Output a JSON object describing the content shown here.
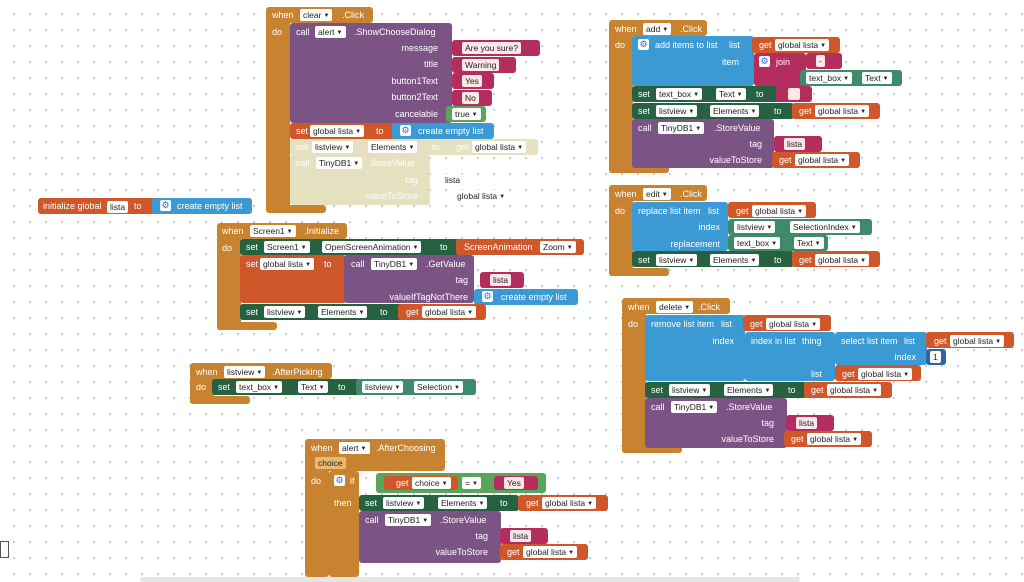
{
  "clear": {
    "when": "when",
    "component": "clear",
    "event": ".Click",
    "do": "do",
    "call": "call",
    "notifier": "alert",
    "method": ".ShowChooseDialog",
    "args": [
      {
        "label": "message",
        "value": "Are you sure?"
      },
      {
        "label": "title",
        "value": "Warning"
      },
      {
        "label": "button1Text",
        "value": "Yes"
      },
      {
        "label": "button2Text",
        "value": "No"
      },
      {
        "label": "cancelable",
        "value": "true"
      }
    ],
    "set": "set",
    "global_var": "global lista",
    "to": "to",
    "create_list": "create empty list",
    "set2_comp": "listview",
    "set2_prop": "Elements",
    "get": "get",
    "get_var": "global lista",
    "db": "TinyDB1",
    "store": ".StoreValue",
    "tag_label": "tag",
    "tag_value": "lista",
    "vts_label": "valueToStore",
    "vts_var": "global lista"
  },
  "init": {
    "label": "initialize global",
    "name": "lista",
    "to": "to",
    "create_list": "create empty list"
  },
  "screen": {
    "when": "when",
    "component": "Screen1",
    "event": ".Initialize",
    "do": "do",
    "set": "set",
    "anim_prop": "OpenScreenAnimation",
    "to": "to",
    "anim_label": "ScreenAnimation",
    "anim_value": "Zoom",
    "global_var": "global lista",
    "call": "call",
    "db": "TinyDB1",
    "getvalue": ".GetValue",
    "tag_label": "tag",
    "tag_value": "lista",
    "ifnot_label": "valueIfTagNotThere",
    "create_list": "create empty list",
    "lv": "listview",
    "elements": "Elements",
    "get": "get",
    "get_var": "global lista"
  },
  "picking": {
    "when": "when",
    "component": "listview",
    "event": ".AfterPicking",
    "do": "do",
    "set": "set",
    "tb": "text_box",
    "text": "Text",
    "to": "to",
    "lv": "listview",
    "selection": "Selection"
  },
  "choosing": {
    "when": "when",
    "component": "alert",
    "event": ".AfterChoosing",
    "param": "choice",
    "do": "do",
    "if": "if",
    "then": "then",
    "get": "get",
    "choice": "choice",
    "eq": "=",
    "yes": "Yes",
    "set": "set",
    "lv": "listview",
    "elements": "Elements",
    "to": "to",
    "get_var": "global lista",
    "call": "call",
    "db": "TinyDB1",
    "store": ".StoreValue",
    "tag_label": "tag",
    "tag_value": "lista",
    "vts_label": "valueToStore"
  },
  "add": {
    "when": "when",
    "component": "add",
    "event": ".Click",
    "do": "do",
    "add_items": "add items to list",
    "list_label": "list",
    "get": "get",
    "get_var": "global lista",
    "item_label": "item",
    "join": "join",
    "sep": "-",
    "tb": "text_box",
    "text": "Text",
    "set": "set",
    "to": "to",
    "empty": "",
    "lv": "listview",
    "elements": "Elements",
    "call": "call",
    "db": "TinyDB1",
    "store": ".StoreValue",
    "tag_label": "tag",
    "tag_value": "lista",
    "vts_label": "valueToStore"
  },
  "edit": {
    "when": "when",
    "component": "edit",
    "event": ".Click",
    "do": "do",
    "replace": "replace list item",
    "list_label": "list",
    "get": "get",
    "get_var": "global lista",
    "index_label": "index",
    "lv": "listview",
    "selidx": "SelectionIndex",
    "repl_label": "replacement",
    "tb": "text_box",
    "text": "Text",
    "set": "set",
    "elements": "Elements",
    "to": "to"
  },
  "delete": {
    "when": "when",
    "component": "delete",
    "event": ".Click",
    "do": "do",
    "remove": "remove list item",
    "list_label": "list",
    "get": "get",
    "get_var": "global lista",
    "index_label": "index",
    "index_in_list": "index in list",
    "thing": "thing",
    "select_item": "select list item",
    "num": "1",
    "set": "set",
    "lv": "listview",
    "elements": "Elements",
    "to": "to",
    "call": "call",
    "db": "TinyDB1",
    "store": ".StoreValue",
    "tag_label": "tag",
    "tag_value": "lista",
    "vts_label": "valueToStore"
  }
}
